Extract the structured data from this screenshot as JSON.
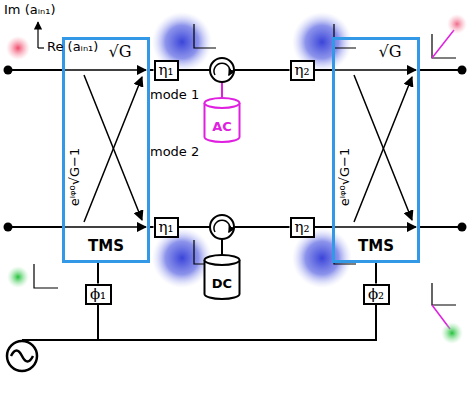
{
  "diagram": {
    "nodes": [
      {
        "text": [
          "√G",
          "eⁱᵠ⁰√G−1",
          "TMS"
        ]
      },
      {
        "text": [
          "η₁"
        ]
      },
      {
        "text": [
          "AC"
        ]
      },
      {
        "text": [
          "η₂"
        ]
      },
      {
        "text": [
          "√G",
          "eⁱᵠ⁰√G−1",
          "TMS"
        ]
      },
      {
        "text": [
          "η₁"
        ]
      },
      {
        "text": [
          "DC"
        ]
      },
      {
        "text": [
          "η₂"
        ]
      },
      {
        "text": [
          "ϕ₁"
        ]
      },
      {
        "text": [
          "ϕ₂"
        ]
      }
    ],
    "edges": [
      {
        "from": 0,
        "to": 1,
        "arrow": "none"
      },
      {
        "from": 1,
        "to": 3,
        "arrow": "none"
      },
      {
        "from": 3,
        "to": 4,
        "arrow": "none"
      },
      {
        "from": 0,
        "to": 5,
        "arrow": "none"
      },
      {
        "from": 5,
        "to": 7,
        "arrow": "none"
      },
      {
        "from": 7,
        "to": 4,
        "arrow": "none"
      },
      {
        "from": 8,
        "to": 0,
        "arrow": "none"
      },
      {
        "from": 9,
        "to": 4,
        "arrow": "none"
      }
    ],
    "labels": [
      "Im (aᵢₙ₁)",
      "Re (aᵢₙ₁)",
      "mode 1",
      "mode 2"
    ]
  }
}
